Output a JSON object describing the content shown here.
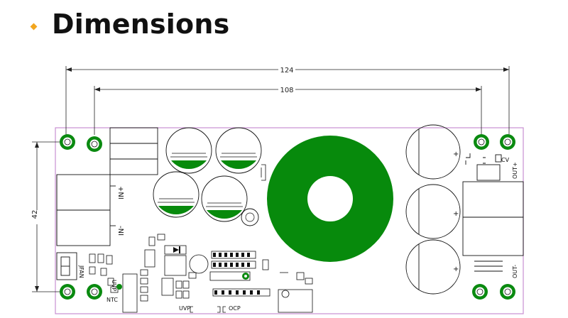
{
  "header": {
    "title": "Dimensions"
  },
  "dimensions": {
    "overall_length": "124",
    "hole_spacing": "108",
    "height": "42"
  },
  "labels": {
    "in_plus": "+NI",
    "in_minus": "-NI",
    "out_plus": "OUT+",
    "out_minus": "OUT-",
    "cv": "CV",
    "jfan": "JFAN",
    "ntc": "NTC",
    "uvp_left": "UVP",
    "uvp_bottom": "UVP",
    "ocp": "OCP"
  },
  "colors": {
    "copper": "#078a0c",
    "outline": "#c98fd1",
    "pad_ring": "#0a8a10",
    "accent": "#f2a61f"
  }
}
